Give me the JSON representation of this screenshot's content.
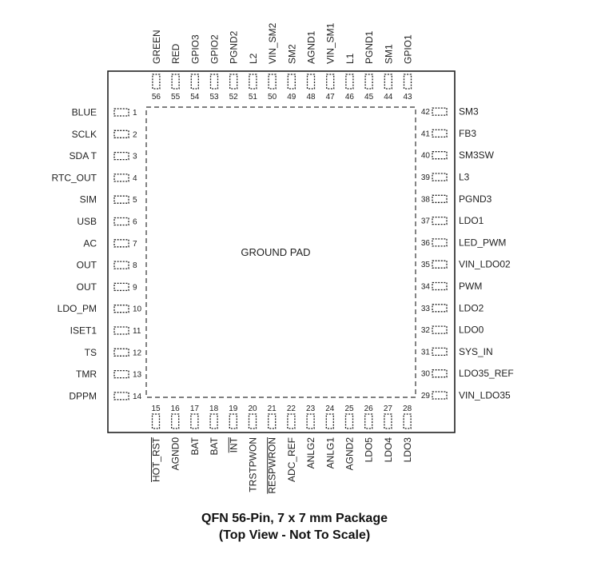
{
  "package": {
    "ground_pad_label": "GROUND PAD",
    "caption_line1": "QFN 56-Pin, 7 x 7 mm Package",
    "caption_line2": "(Top View - Not To Scale)"
  },
  "pins": {
    "left": [
      {
        "num": "1",
        "name": "BLUE"
      },
      {
        "num": "2",
        "name": "SCLK"
      },
      {
        "num": "3",
        "name": "SDA T"
      },
      {
        "num": "4",
        "name": "RTC_OUT"
      },
      {
        "num": "5",
        "name": "SIM"
      },
      {
        "num": "6",
        "name": "USB"
      },
      {
        "num": "7",
        "name": "AC"
      },
      {
        "num": "8",
        "name": "OUT"
      },
      {
        "num": "9",
        "name": "OUT"
      },
      {
        "num": "10",
        "name": "LDO_PM"
      },
      {
        "num": "11",
        "name": "ISET1"
      },
      {
        "num": "12",
        "name": "TS"
      },
      {
        "num": "13",
        "name": "TMR"
      },
      {
        "num": "14",
        "name": "DPPM"
      }
    ],
    "bottom": [
      {
        "num": "15",
        "name": "HOT_RST",
        "overline": true
      },
      {
        "num": "16",
        "name": "AGND0"
      },
      {
        "num": "17",
        "name": "BAT"
      },
      {
        "num": "18",
        "name": "BAT"
      },
      {
        "num": "19",
        "name": "INT",
        "overline": true
      },
      {
        "num": "20",
        "name": "TRSTPWON"
      },
      {
        "num": "21",
        "name": "RESPWRON",
        "overline": true
      },
      {
        "num": "22",
        "name": "ADC_REF"
      },
      {
        "num": "23",
        "name": "ANLG2"
      },
      {
        "num": "24",
        "name": "ANLG1"
      },
      {
        "num": "25",
        "name": "AGND2"
      },
      {
        "num": "26",
        "name": "LDO5"
      },
      {
        "num": "27",
        "name": "LDO4"
      },
      {
        "num": "28",
        "name": "LDO3"
      }
    ],
    "right": [
      {
        "num": "29",
        "name": "VIN_LDO35"
      },
      {
        "num": "30",
        "name": "LDO35_REF"
      },
      {
        "num": "31",
        "name": "SYS_IN"
      },
      {
        "num": "32",
        "name": "LDO0"
      },
      {
        "num": "33",
        "name": "LDO2"
      },
      {
        "num": "34",
        "name": "PWM"
      },
      {
        "num": "35",
        "name": "VIN_LDO02"
      },
      {
        "num": "36",
        "name": "LED_PWM"
      },
      {
        "num": "37",
        "name": "LDO1"
      },
      {
        "num": "38",
        "name": "PGND3"
      },
      {
        "num": "39",
        "name": "L3"
      },
      {
        "num": "40",
        "name": "SM3SW"
      },
      {
        "num": "41",
        "name": "FB3"
      },
      {
        "num": "42",
        "name": "SM3"
      }
    ],
    "top": [
      {
        "num": "43",
        "name": "GPIO1"
      },
      {
        "num": "44",
        "name": "SM1"
      },
      {
        "num": "45",
        "name": "PGND1"
      },
      {
        "num": "46",
        "name": "L1"
      },
      {
        "num": "47",
        "name": "VIN_SM1"
      },
      {
        "num": "48",
        "name": "AGND1"
      },
      {
        "num": "49",
        "name": "SM2"
      },
      {
        "num": "50",
        "name": "VIN_SM2"
      },
      {
        "num": "51",
        "name": "L2"
      },
      {
        "num": "52",
        "name": "PGND2"
      },
      {
        "num": "53",
        "name": "GPIO2"
      },
      {
        "num": "54",
        "name": "GPIO3"
      },
      {
        "num": "55",
        "name": "RED"
      },
      {
        "num": "56",
        "name": "GREEN"
      }
    ]
  }
}
